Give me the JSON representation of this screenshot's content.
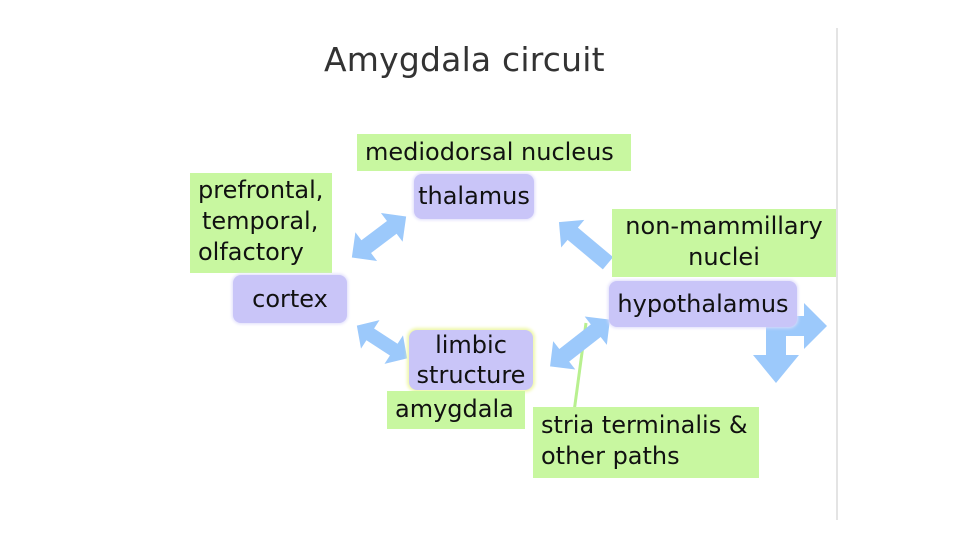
{
  "title": "Amygdala circuit",
  "nodes": {
    "mediodorsal": "mediodorsal nucleus",
    "thalamus": "thalamus",
    "prefrontal_lines": [
      "prefrontal,",
      "temporal,",
      "olfactory"
    ],
    "cortex": "cortex",
    "non_mammillary_lines": [
      "non-mammillary",
      "nuclei"
    ],
    "hypothalamus": "hypothalamus",
    "limbic_lines": [
      "limbic",
      "structure"
    ],
    "amygdala": "amygdala",
    "stria_lines": [
      "stria terminalis &",
      "other paths"
    ]
  },
  "colors": {
    "green_box": "#c8f7a0",
    "lavender_box": "#c9c5f8",
    "arrow": "#9cc9fb",
    "connector": "#b8f08f"
  }
}
